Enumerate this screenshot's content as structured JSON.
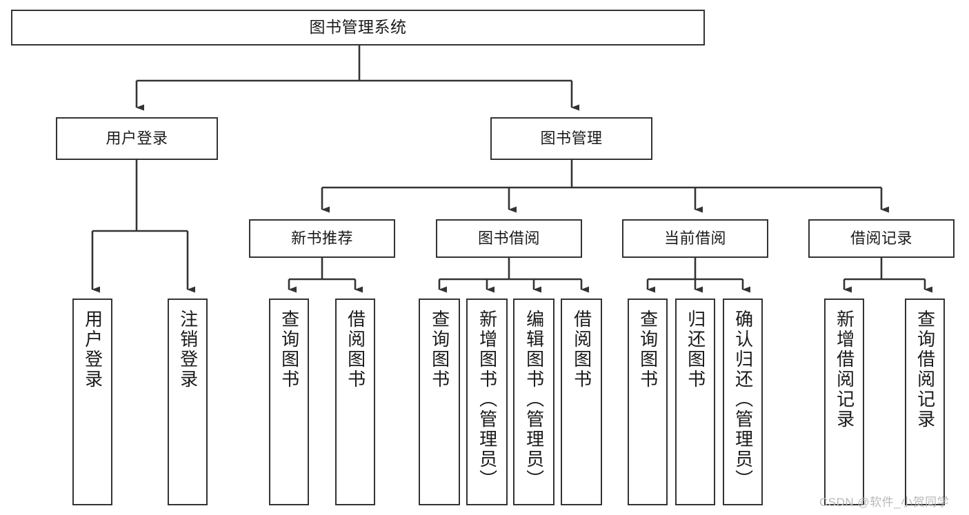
{
  "diagram": {
    "type": "tree",
    "title": "图书管理系统",
    "orientation": "top-down",
    "watermark": "CSDN @软件_小贺同学",
    "colors": {
      "box_border": "#333333",
      "box_fill": "#ffffff",
      "edge": "#333333",
      "text": "#1a1a1a",
      "watermark": "#b9b9b9"
    }
  },
  "nodes": {
    "root": {
      "label": "图书管理系统"
    },
    "level1": [
      {
        "label": "用户登录"
      },
      {
        "label": "图书管理"
      }
    ],
    "level2": [
      {
        "label": "新书推荐"
      },
      {
        "label": "图书借阅"
      },
      {
        "label": "当前借阅"
      },
      {
        "label": "借阅记录"
      }
    ],
    "leaves": {
      "user_login": [
        {
          "label": "用户登录"
        },
        {
          "label": "注销登录"
        }
      ],
      "new_book": [
        {
          "label": "查询图书"
        },
        {
          "label": "借阅图书"
        }
      ],
      "book_borrow": [
        {
          "label": "查询图书"
        },
        {
          "label": "新增图书（管理员）"
        },
        {
          "label": "编辑图书（管理员）"
        },
        {
          "label": "借阅图书"
        }
      ],
      "current_borrow": [
        {
          "label": "查询图书"
        },
        {
          "label": "归还图书"
        },
        {
          "label": "确认归还（管理员）"
        }
      ],
      "borrow_record": [
        {
          "label": "新增借阅记录"
        },
        {
          "label": "查询借阅记录"
        }
      ]
    }
  }
}
